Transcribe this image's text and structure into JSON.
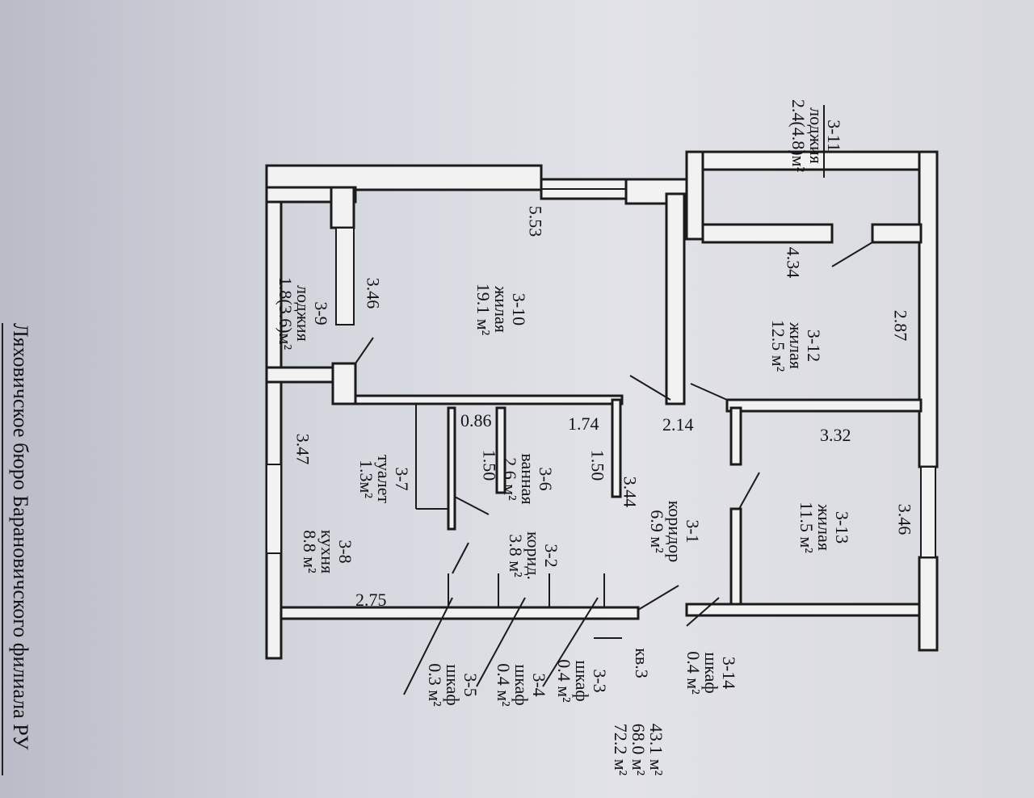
{
  "footer_text": "Ляховичское бюро Барановичского филиала РУ",
  "apartment": {
    "label": "кв.3",
    "totals": [
      "43.1 м²",
      "68.0 м²",
      "72.2 м²"
    ]
  },
  "rooms": {
    "r311": {
      "code": "3-11",
      "name": "лоджия",
      "area": "2.4(4.8)м²"
    },
    "r39": {
      "code": "3-9",
      "name": "лоджия",
      "area": "1.8(3.6)м²"
    },
    "r310": {
      "code": "3-10",
      "name": "жилая",
      "area": "19.1 м²"
    },
    "r312": {
      "code": "3-12",
      "name": "жилая",
      "area": "12.5 м²"
    },
    "r313": {
      "code": "3-13",
      "name": "жилая",
      "area": "11.5 м²"
    },
    "r31": {
      "code": "3-1",
      "name": "коридор",
      "area": "6.9 м²"
    },
    "r32": {
      "code": "3-2",
      "name": "корид.",
      "area": "3.8 м²"
    },
    "r36": {
      "code": "3-6",
      "name": "ванная",
      "area": "2.6 м²"
    },
    "r37": {
      "code": "3-7",
      "name": "туалет",
      "area": "1.3м²"
    },
    "r38": {
      "code": "3-8",
      "name": "кухня",
      "area": "8.8 м²"
    },
    "r33": {
      "code": "3-3",
      "name": "шкаф",
      "area": "0.4 м²"
    },
    "r34": {
      "code": "3-4",
      "name": "шкаф",
      "area": "0.4 м²"
    },
    "r35": {
      "code": "3-5",
      "name": "шкаф",
      "area": "0.3 м²"
    },
    "r314": {
      "code": "3-14",
      "name": "шкаф",
      "area": "0.4 м²"
    }
  },
  "dimensions": {
    "d553": "5.53",
    "d434": "4.34",
    "d287": "2.87",
    "d346a": "3.46",
    "d214": "2.14",
    "d332": "3.32",
    "d346b": "3.46",
    "d086": "0.86",
    "d174": "1.74",
    "d150a": "1.50",
    "d150b": "1.50",
    "d347": "3.47",
    "d344": "3.44",
    "d275": "2.75"
  }
}
